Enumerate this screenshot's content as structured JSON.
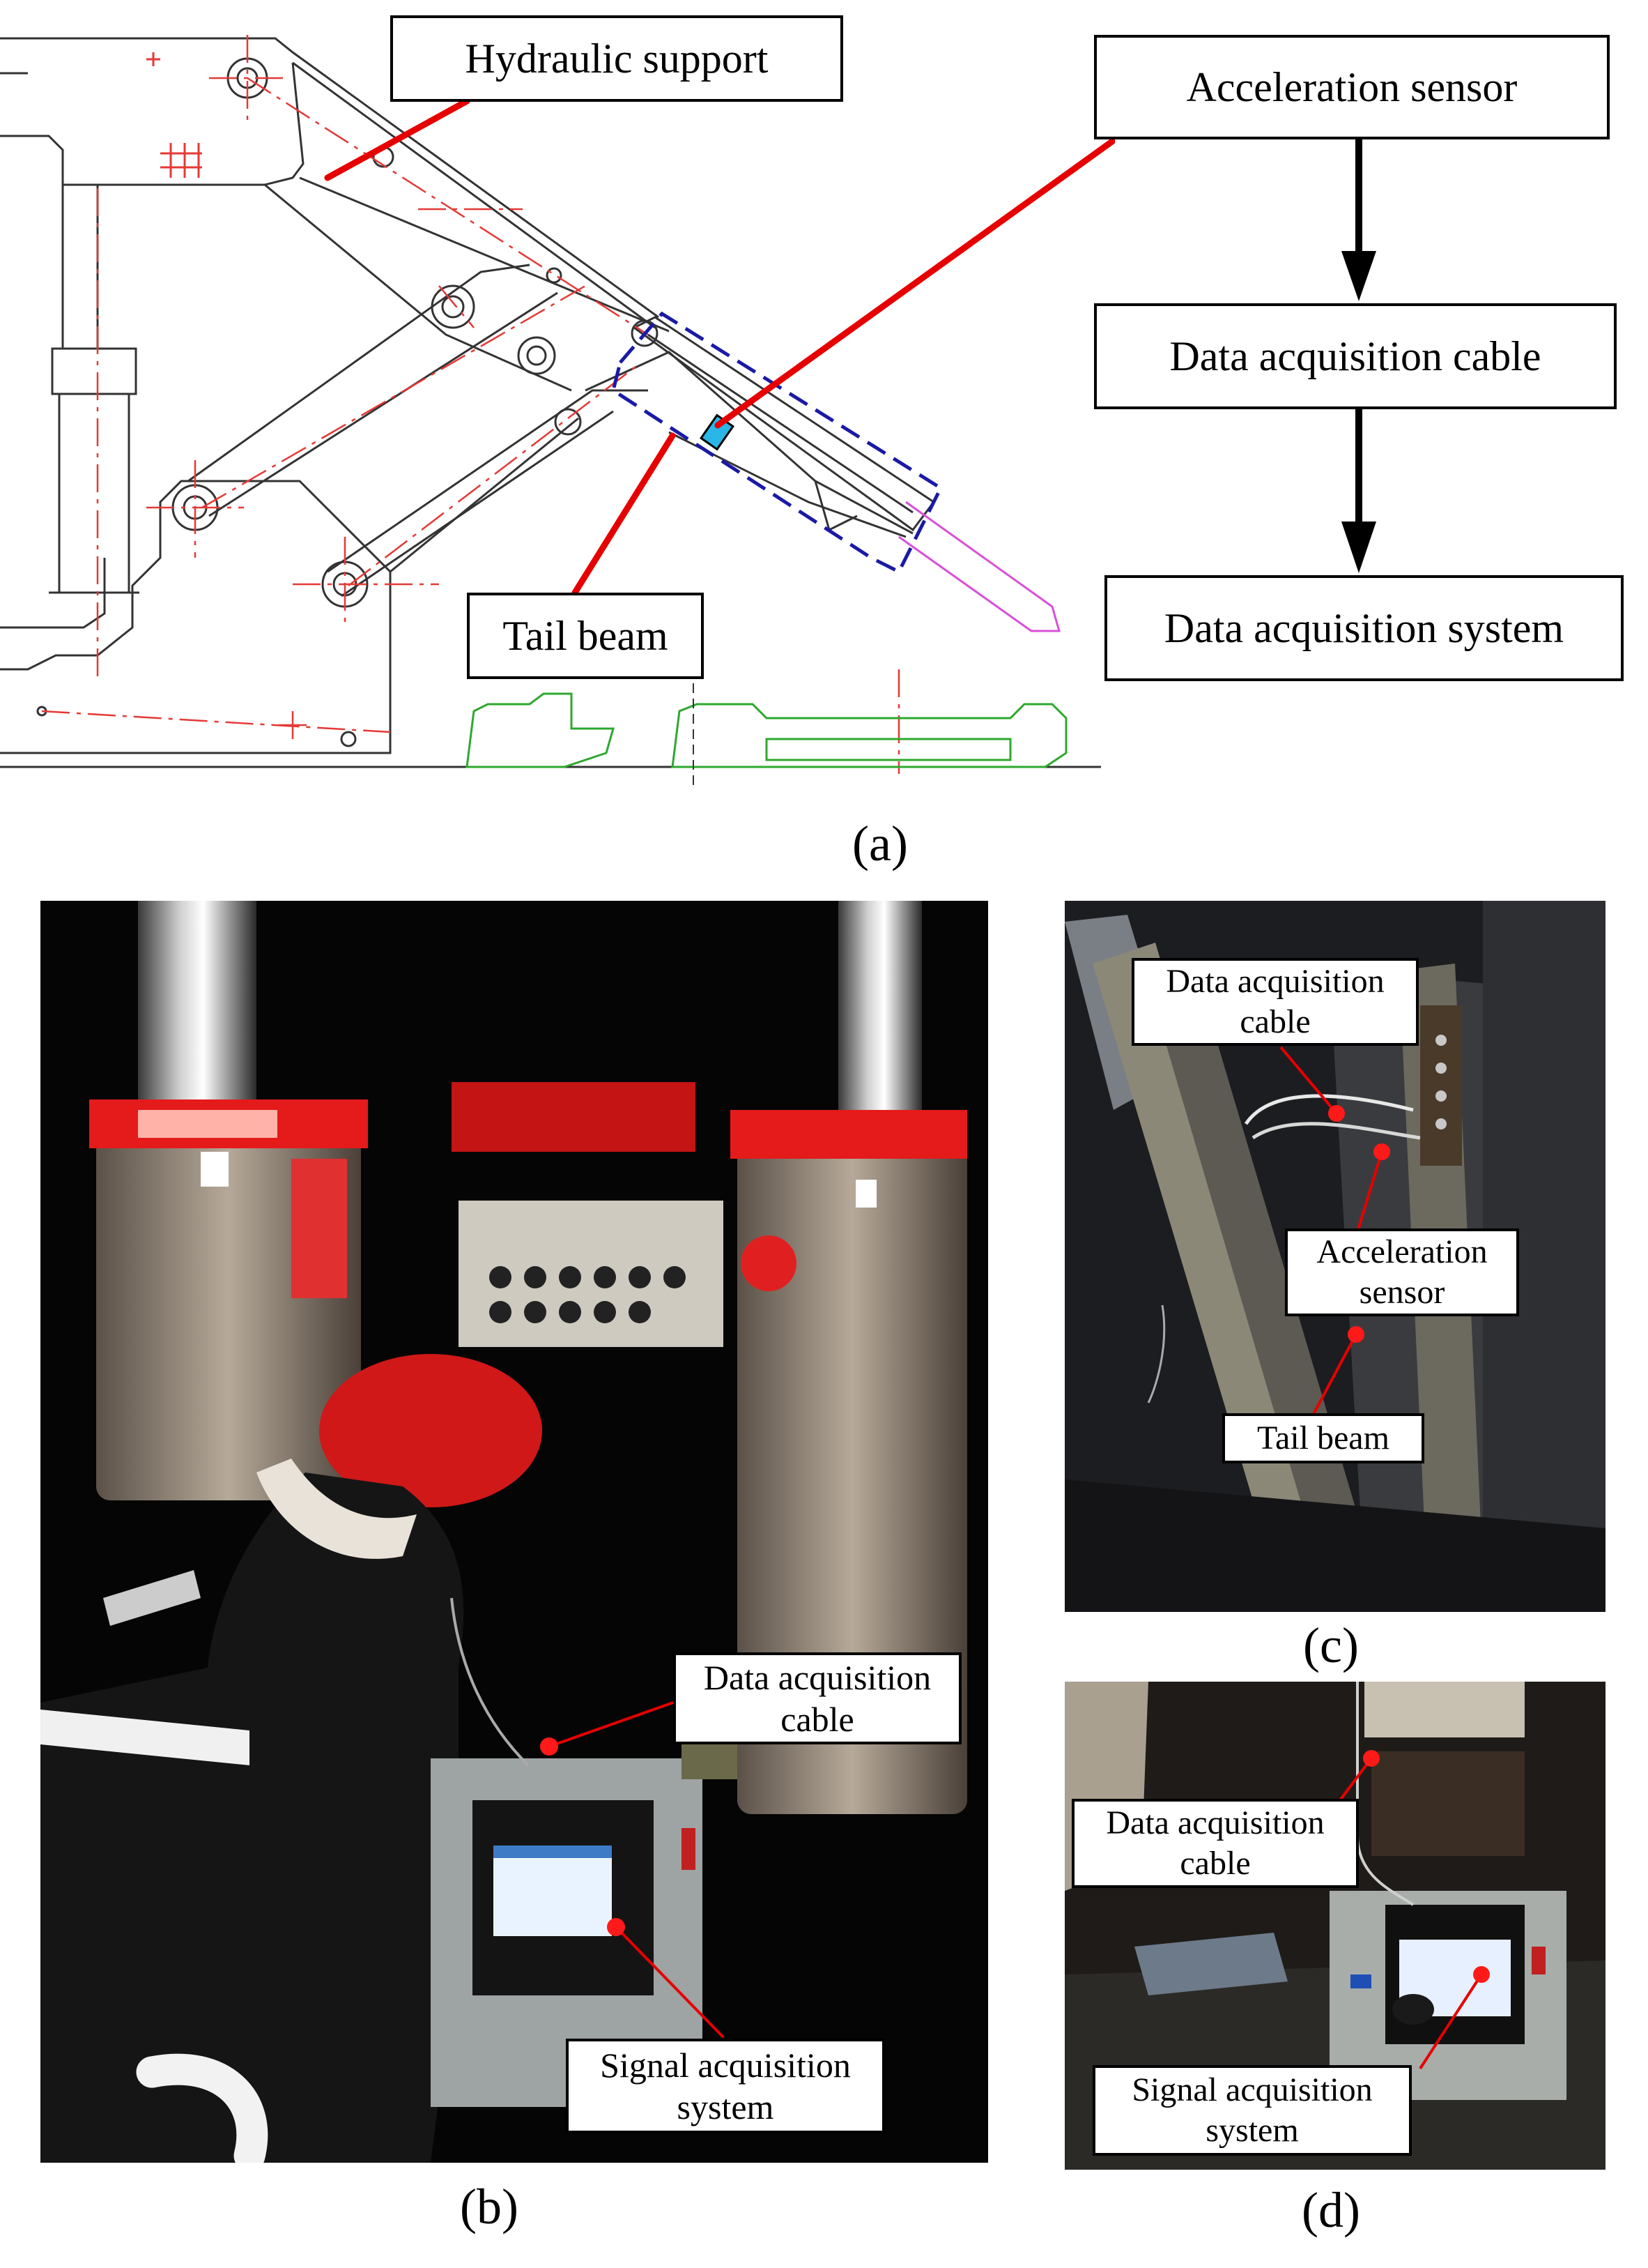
{
  "panel_a": {
    "caption": "(a)",
    "labels": {
      "hydraulic_support": "Hydraulic support",
      "tail_beam": "Tail beam"
    },
    "flow": [
      "Acceleration sensor",
      "Data acquisition cable",
      "Data acquisition system"
    ]
  },
  "panel_b": {
    "caption": "(b)",
    "labels": {
      "cable_line1": "Data acquisition",
      "cable_line2": "cable",
      "system_line1": "Signal acquisition",
      "system_line2": "system"
    }
  },
  "panel_c": {
    "caption": "(c)",
    "labels": {
      "cable_line1": "Data acquisition",
      "cable_line2": "cable",
      "sensor_line1": "Acceleration",
      "sensor_line2": "sensor",
      "tail_beam": "Tail beam"
    }
  },
  "panel_d": {
    "caption": "(d)",
    "labels": {
      "cable_line1": "Data acquisition",
      "cable_line2": "cable",
      "system_line1": "Signal acquisition",
      "system_line2": "system"
    }
  },
  "colors": {
    "callout_line": "#e60000",
    "callout_dot": "#ff1a1a",
    "drawing_line": "#333333",
    "centerline": "#e53935",
    "bracket": "#1a1aa6",
    "sensor": "#2ab7e8",
    "footplate": "#2ea82e",
    "extension": "#d94fd9"
  }
}
